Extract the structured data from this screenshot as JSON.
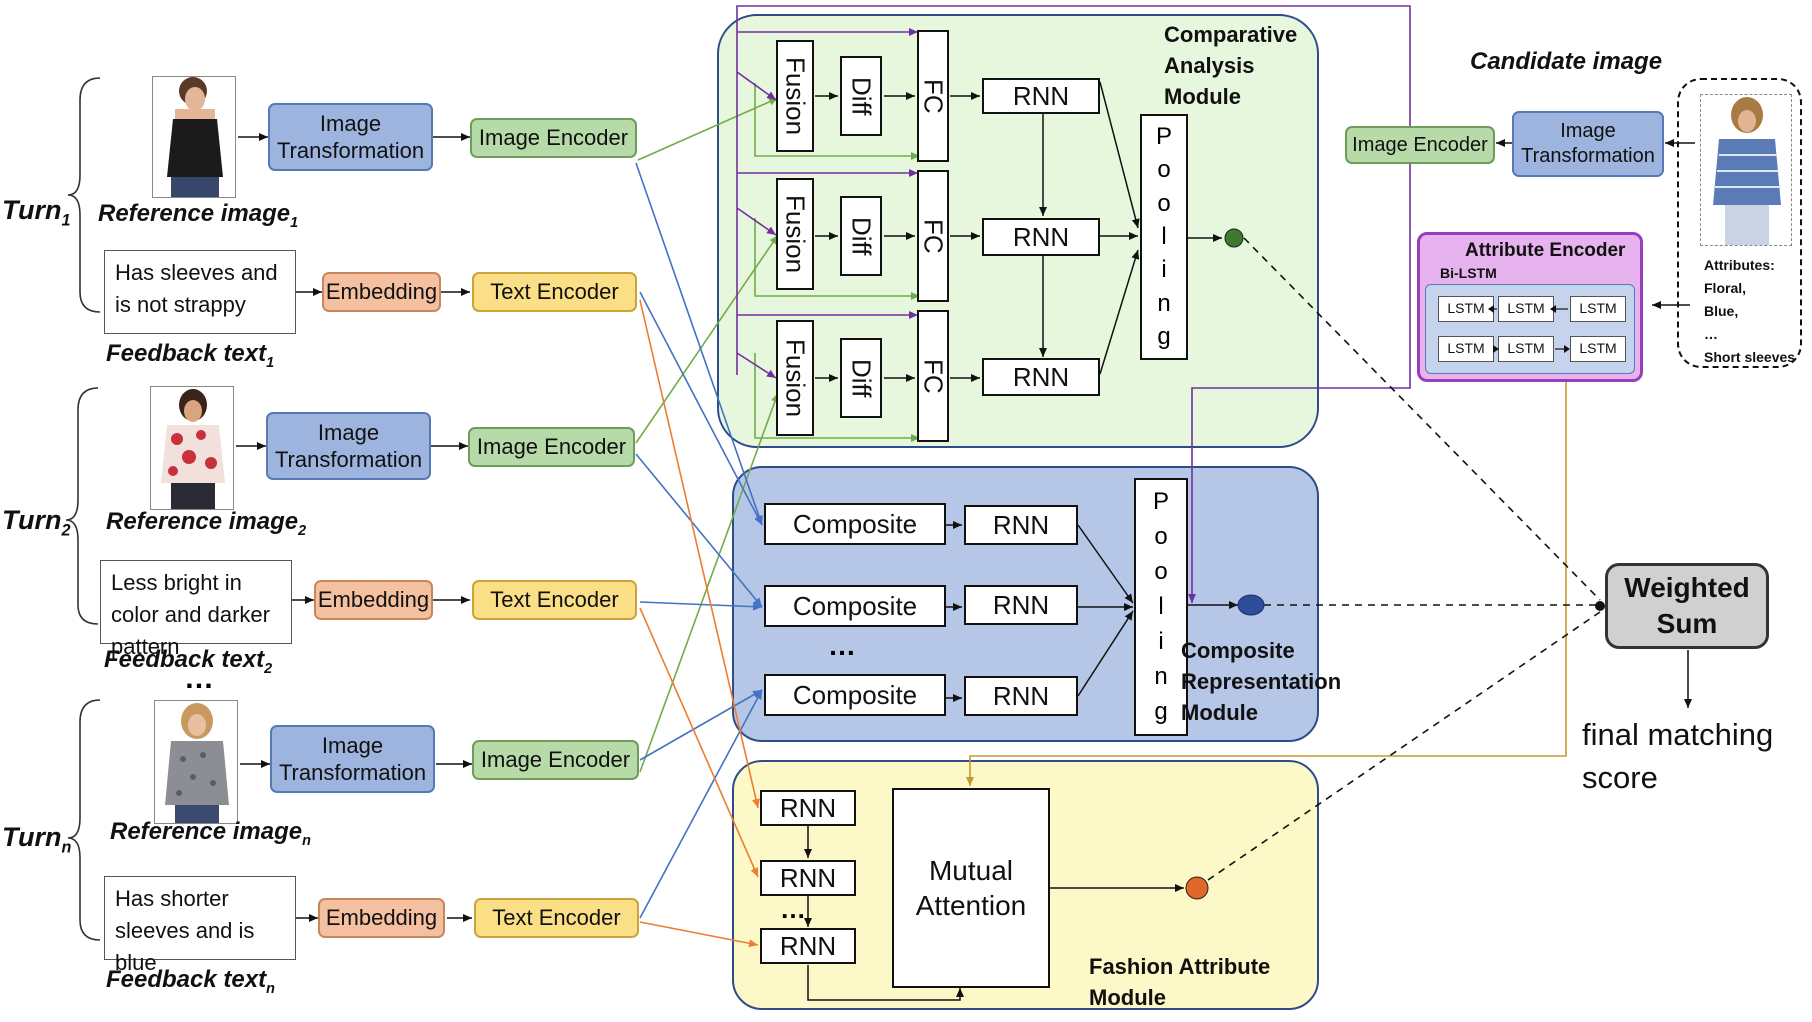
{
  "turns": [
    {
      "label": "Turn",
      "sub": "1",
      "ref_label": "Reference image",
      "ref_sub": "1",
      "feedback": "Has sleeves and is not strappy",
      "feedback_label": "Feedback text",
      "feedback_sub": "1"
    },
    {
      "label": "Turn",
      "sub": "2",
      "ref_label": "Reference image",
      "ref_sub": "2",
      "feedback": "Less bright in color and darker pattern",
      "feedback_label": "Feedback text",
      "feedback_sub": "2"
    },
    {
      "label": "Turn",
      "sub": "n",
      "ref_label": "Reference image",
      "ref_sub": "n",
      "feedback": "Has shorter sleeves and is blue",
      "feedback_label": "Feedback text",
      "feedback_sub": "n"
    }
  ],
  "ellipsis": "…",
  "labels": {
    "image_transformation": "Image Transformation",
    "image_encoder": "Image Encoder",
    "embedding": "Embedding",
    "text_encoder": "Text Encoder",
    "fusion": "Fusion",
    "diff": "Diff",
    "fc": "FC",
    "rnn": "RNN",
    "pooling": "Pooling",
    "composite": "Composite",
    "mutual_attention": "Mutual Attention",
    "weighted_sum": "Weighted Sum",
    "final_score": "final matching score"
  },
  "modules": {
    "comparative": "Comparative Analysis Module",
    "composite": "Composite Representation Module",
    "fashion": "Fashion Attribute Module"
  },
  "candidate": {
    "title": "Candidate image",
    "attributes_title": "Attributes:",
    "attributes": [
      "Floral,",
      "Blue,",
      "…",
      "Short sleeves"
    ]
  },
  "attribute_encoder": {
    "title": "Attribute Encoder",
    "subtitle": "Bi-LSTM",
    "cell": "LSTM"
  },
  "colors": {
    "green_module": "#e7f7dd",
    "blue_module": "#b6c6e7",
    "yellow_module": "#fdf8c7",
    "purple_box": "#e6b3ef",
    "purple_line": "#7030a0",
    "green_line": "#70ad47",
    "blue_line": "#4472c4",
    "orange_line": "#ed7d31",
    "gold_line": "#c59a2c"
  }
}
